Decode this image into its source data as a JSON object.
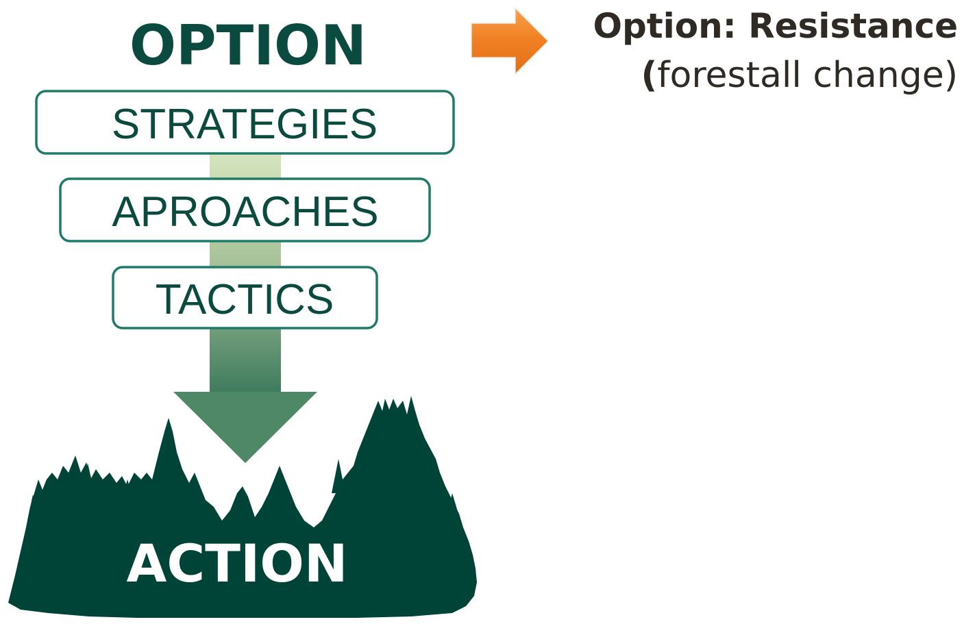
{
  "diagram": {
    "title": "OPTION",
    "levels": [
      {
        "label": "STRATEGIES"
      },
      {
        "label": "APROACHES"
      },
      {
        "label": "TACTICS"
      }
    ],
    "result": "ACTION"
  },
  "option_panel": {
    "line1": "Option: Resistance",
    "line2_open": "(",
    "line2_text": "forestall change",
    "line2_close": ")"
  },
  "colors": {
    "dark_green": "#004438",
    "box_border": "#1f7a68",
    "arrow_light": "#d6e4bd",
    "arrow_dark": "#3f7a5e",
    "orange": "#f07f22",
    "text_dark": "#2f2a24"
  },
  "icons": {
    "pointer_arrow": "orange-right-arrow-icon",
    "forest": "tree-silhouette-icon"
  }
}
